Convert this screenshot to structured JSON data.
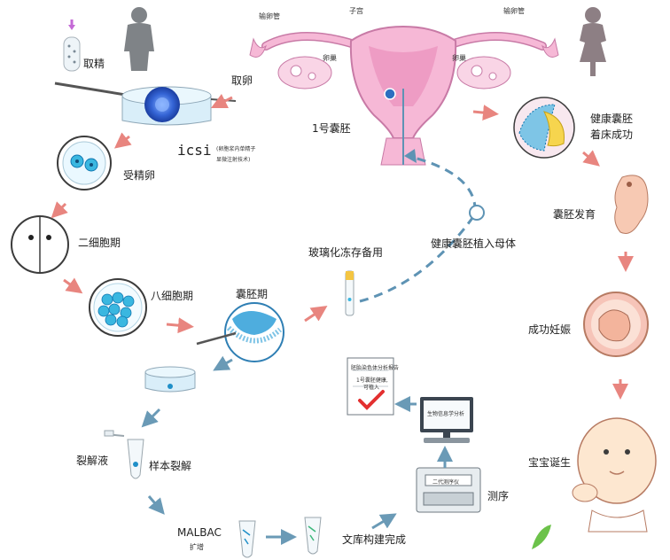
{
  "colors": {
    "arrow": "#e8857f",
    "flow": "#6a9ab6",
    "dash": "#5e93b4",
    "uterus": "#f6b8d6",
    "uterus_stroke": "#c87aa6",
    "cell": "#3ab7e0",
    "cell_dark": "#0f76b0",
    "oocyte": "#3565d6",
    "silhouette": "#7f8387",
    "silhouette_female": "#8d7f84",
    "check": "#e33030"
  },
  "labels": {
    "fallopian_left": "输卵管",
    "fallopian_right": "输卵管",
    "uterus": "子宫",
    "ovary_left": "卵巢",
    "ovary_right": "卵巢",
    "sperm": "取精",
    "egg": "取卵",
    "blastocyst_1": "1号囊胚",
    "icsi": "icsi",
    "icsi_note_1": "(卵胞浆内单精子",
    "icsi_note_2": "显微注射技术)",
    "fertilized": "受精卵",
    "two_cell": "二细胞期",
    "eight_cell": "八细胞期",
    "blastocyst_stage": "囊胚期",
    "vitrification": "玻璃化冻存备用",
    "transfer": "健康囊胚植入母体",
    "implant_1": "健康囊胚",
    "implant_2": "着床成功",
    "development": "囊胚发育",
    "pregnancy": "成功妊娠",
    "baby": "宝宝诞生",
    "lysis_buffer": "裂解液",
    "sample_lysis": "样本裂解",
    "malbac": "MALBAC",
    "amplify": "扩增",
    "library": "文库构建完成",
    "sequencing": "测序",
    "report_title": "胚胎染色体分析报告",
    "report_line_1": "1号囊胚健康,",
    "report_line_2": "可植入",
    "monitor_text": "生物信息学分析",
    "sequencer_text": "二代测序仪"
  }
}
